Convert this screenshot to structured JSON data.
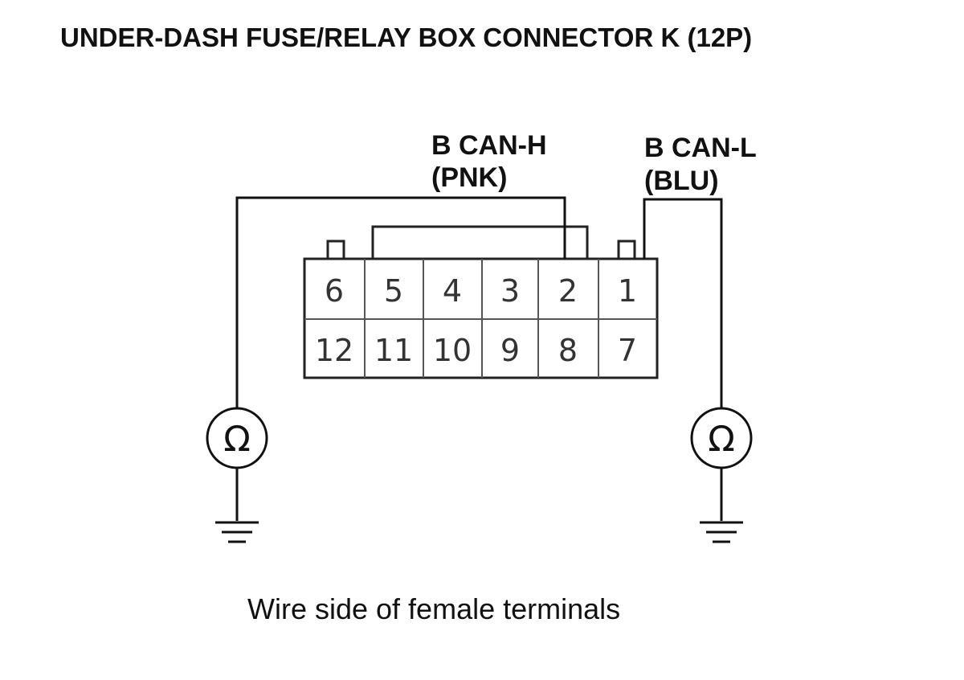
{
  "title": "UNDER-DASH FUSE/RELAY BOX CONNECTOR K (12P)",
  "wires": {
    "can_h": {
      "name": "B CAN-H",
      "color": "(PNK)"
    },
    "can_l": {
      "name": "B CAN-L",
      "color": "(BLU)"
    }
  },
  "connector": {
    "top_row": [
      "6",
      "5",
      "4",
      "3",
      "2",
      "1"
    ],
    "bottom_row": [
      "12",
      "11",
      "10",
      "9",
      "8",
      "7"
    ]
  },
  "meter_symbol": "Ω",
  "caption": "Wire side of female terminals",
  "icons": [
    "ohmmeter-icon",
    "ground-icon"
  ]
}
